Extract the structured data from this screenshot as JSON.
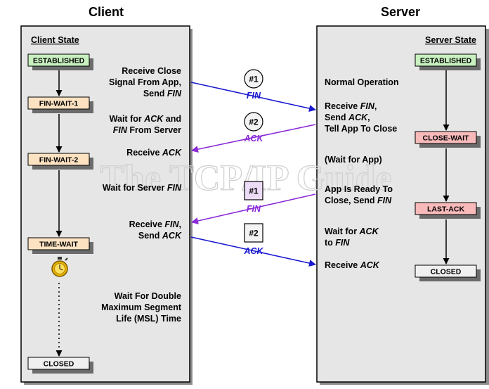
{
  "headings": {
    "client": "Client",
    "server": "Server",
    "client_state": "Client State",
    "server_state": "Server State"
  },
  "watermark": "The TCP/IP Guide",
  "client_states": {
    "established": "ESTABLISHED",
    "fin_wait_1": "FIN-WAIT-1",
    "fin_wait_2": "FIN-WAIT-2",
    "time_wait": "TIME-WAIT",
    "closed": "CLOSED"
  },
  "server_states": {
    "established": "ESTABLISHED",
    "close_wait": "CLOSE-WAIT",
    "last_ack": "LAST-ACK",
    "closed": "CLOSED"
  },
  "client_descriptions": {
    "recv_close_1": "Receive Close",
    "recv_close_2": "Signal From App,",
    "recv_close_3": "Send ",
    "recv_close_3i": "FIN",
    "wait_ack_1": "Wait for ",
    "wait_ack_1i": "ACK",
    "wait_ack_1b": " and",
    "wait_ack_2i": "FIN",
    "wait_ack_2": " From Server",
    "recv_ack_1": "Receive ",
    "recv_ack_1i": "ACK",
    "wait_server_fin_1": "Wait for Server ",
    "wait_server_fin_1i": "FIN",
    "recv_fin_1": "Receive ",
    "recv_fin_1i": "FIN",
    "recv_fin_1b": ",",
    "recv_fin_2": "Send ",
    "recv_fin_2i": "ACK",
    "msl_1": "Wait For Double",
    "msl_2": "Maximum Segment",
    "msl_3": "Life (MSL) Time"
  },
  "server_descriptions": {
    "normal": "Normal Operation",
    "recv_fin_1": "Receive ",
    "recv_fin_1i": "FIN",
    "recv_fin_1b": ",",
    "recv_fin_2": "Send ",
    "recv_fin_2i": "ACK",
    "recv_fin_2b": ",",
    "recv_fin_3": "Tell App To Close",
    "wait_app": "(Wait for App)",
    "ready_1": "App Is Ready To",
    "ready_2": "Close, Send ",
    "ready_2i": "FIN",
    "wait_ack_1": "Wait for ",
    "wait_ack_1i": "ACK",
    "wait_ack_2": "to ",
    "wait_ack_2i": "FIN",
    "recv_ack_1": "Receive ",
    "recv_ack_1i": "ACK"
  },
  "messages": [
    {
      "number": "#1",
      "label": "FIN",
      "shape": "circle",
      "direction": "client-to-server"
    },
    {
      "number": "#2",
      "label": "ACK",
      "shape": "circle",
      "direction": "server-to-client"
    },
    {
      "number": "#1",
      "label": "FIN",
      "shape": "square",
      "direction": "server-to-client"
    },
    {
      "number": "#2",
      "label": "ACK",
      "shape": "square",
      "direction": "client-to-server"
    }
  ],
  "colors": {
    "state_established": "#c8f0c0",
    "state_fin_wait": "#fde2c2",
    "state_server_wait": "#f7b9b9",
    "state_closed": "#f0f0f0",
    "panel": "#e6e6e6",
    "fin_arrow": "#1a1ad0",
    "ack_arrow": "#8a2ad8",
    "stopwatch": "#e8b400"
  }
}
